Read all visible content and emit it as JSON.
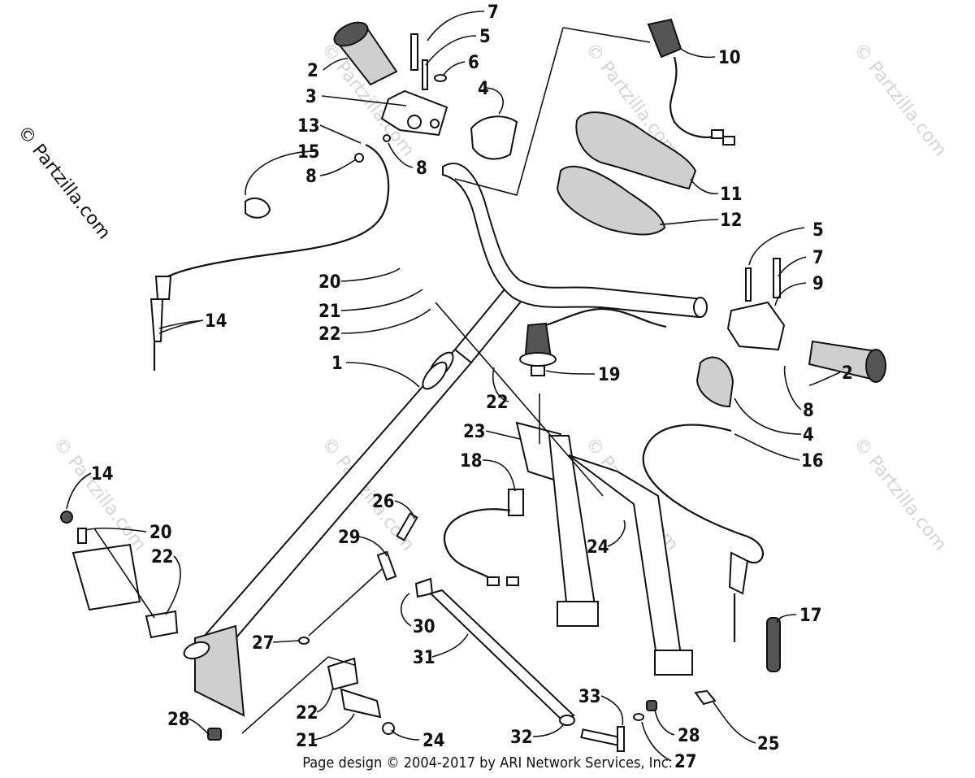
{
  "copyright_side": "© Partzilla.com",
  "watermark": "© Partzilla.com",
  "footer": "Page design © 2004-2017 by ARI Network Services, Inc.",
  "callouts": [
    {
      "id": "c7a",
      "label": "7"
    },
    {
      "id": "c5a",
      "label": "5"
    },
    {
      "id": "c6",
      "label": "6"
    },
    {
      "id": "c2a",
      "label": "2"
    },
    {
      "id": "c3",
      "label": "3"
    },
    {
      "id": "c4a",
      "label": "4"
    },
    {
      "id": "c13",
      "label": "13"
    },
    {
      "id": "c15",
      "label": "15"
    },
    {
      "id": "c8a",
      "label": "8"
    },
    {
      "id": "c8b",
      "label": "8"
    },
    {
      "id": "c10",
      "label": "10"
    },
    {
      "id": "c11",
      "label": "11"
    },
    {
      "id": "c12",
      "label": "12"
    },
    {
      "id": "c5b",
      "label": "5"
    },
    {
      "id": "c7b",
      "label": "7"
    },
    {
      "id": "c9",
      "label": "9"
    },
    {
      "id": "c20a",
      "label": "20"
    },
    {
      "id": "c21a",
      "label": "21"
    },
    {
      "id": "c22a",
      "label": "22"
    },
    {
      "id": "c14a",
      "label": "14"
    },
    {
      "id": "c1",
      "label": "1"
    },
    {
      "id": "c19",
      "label": "19"
    },
    {
      "id": "c22b",
      "label": "22"
    },
    {
      "id": "c2b",
      "label": "2"
    },
    {
      "id": "c8c",
      "label": "8"
    },
    {
      "id": "c4b",
      "label": "4"
    },
    {
      "id": "c23",
      "label": "23"
    },
    {
      "id": "c16",
      "label": "16"
    },
    {
      "id": "c18",
      "label": "18"
    },
    {
      "id": "c14b",
      "label": "14"
    },
    {
      "id": "c20b",
      "label": "20"
    },
    {
      "id": "c22c",
      "label": "22"
    },
    {
      "id": "c26",
      "label": "26"
    },
    {
      "id": "c29",
      "label": "29"
    },
    {
      "id": "c24a",
      "label": "24"
    },
    {
      "id": "c17",
      "label": "17"
    },
    {
      "id": "c30",
      "label": "30"
    },
    {
      "id": "c27a",
      "label": "27"
    },
    {
      "id": "c31",
      "label": "31"
    },
    {
      "id": "c33",
      "label": "33"
    },
    {
      "id": "c22d",
      "label": "22"
    },
    {
      "id": "c28a",
      "label": "28"
    },
    {
      "id": "c28b",
      "label": "28"
    },
    {
      "id": "c21b",
      "label": "21"
    },
    {
      "id": "c24b",
      "label": "24"
    },
    {
      "id": "c32",
      "label": "32"
    },
    {
      "id": "c25",
      "label": "25"
    },
    {
      "id": "c27b",
      "label": "27"
    }
  ]
}
